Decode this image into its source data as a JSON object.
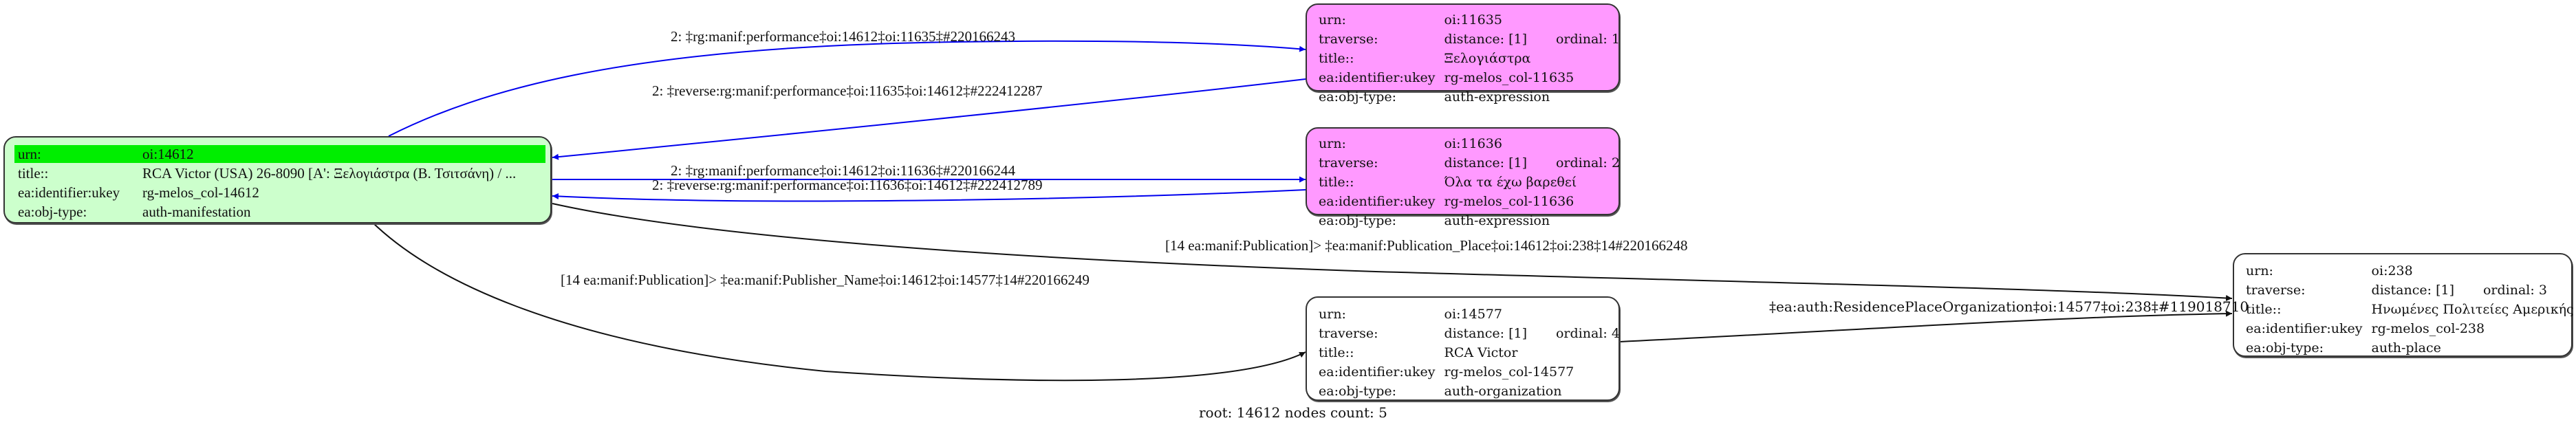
{
  "colors": {
    "root_fill": "#ccffcc",
    "root_highlight": "#00ee00",
    "expression_fill": "#ff99ff",
    "plain_fill": "#ffffff",
    "forward_edge": "#0000ee",
    "reverse_edge": "#0000ee",
    "relation_edge": "#111111"
  },
  "nodes": {
    "n14612": {
      "rows": [
        {
          "key": "urn:",
          "value": "oi:14612"
        },
        {
          "key": "title::",
          "value": "RCA Victor (USA) 26-8090 [A': Ξελογιάστρα (Β. Τσιτσάνη) / ..."
        },
        {
          "key": "ea:identifier:ukey",
          "value": "rg-melos_col-14612"
        },
        {
          "key": "ea:obj-type:",
          "value": "auth-manifestation"
        }
      ]
    },
    "n11635": {
      "rows": [
        {
          "key": "urn:",
          "value": "oi:11635"
        },
        {
          "key": "traverse:",
          "value": "distance: [1]",
          "extra": "ordinal: 1"
        },
        {
          "key": "title::",
          "value": "Ξελογιάστρα"
        },
        {
          "key": "ea:identifier:ukey",
          "value": "rg-melos_col-11635"
        },
        {
          "key": "ea:obj-type:",
          "value": "auth-expression"
        }
      ]
    },
    "n11636": {
      "rows": [
        {
          "key": "urn:",
          "value": "oi:11636"
        },
        {
          "key": "traverse:",
          "value": "distance: [1]",
          "extra": "ordinal: 2"
        },
        {
          "key": "title::",
          "value": "Όλα τα έχω βαρεθεί"
        },
        {
          "key": "ea:identifier:ukey",
          "value": "rg-melos_col-11636"
        },
        {
          "key": "ea:obj-type:",
          "value": "auth-expression"
        }
      ]
    },
    "n14577": {
      "rows": [
        {
          "key": "urn:",
          "value": "oi:14577"
        },
        {
          "key": "traverse:",
          "value": "distance: [1]",
          "extra": "ordinal: 4"
        },
        {
          "key": "title::",
          "value": "RCA Victor"
        },
        {
          "key": "ea:identifier:ukey",
          "value": "rg-melos_col-14577"
        },
        {
          "key": "ea:obj-type:",
          "value": "auth-organization"
        }
      ]
    },
    "n238": {
      "rows": [
        {
          "key": "urn:",
          "value": "oi:238"
        },
        {
          "key": "traverse:",
          "value": "distance: [1]",
          "extra": "ordinal: 3"
        },
        {
          "key": "title::",
          "value": "Ηνωμένες Πολιτείες Αμερικής"
        },
        {
          "key": "ea:identifier:ukey",
          "value": "rg-melos_col-238"
        },
        {
          "key": "ea:obj-type:",
          "value": "auth-place"
        }
      ]
    }
  },
  "edges": {
    "e1": {
      "from": "oi:14612",
      "to": "oi:11635",
      "label": "2: ‡rg:manif:performance‡oi:14612‡oi:11635‡#220166243"
    },
    "e2": {
      "from": "oi:11635",
      "to": "oi:14612",
      "label": "2: ‡reverse:rg:manif:performance‡oi:11635‡oi:14612‡#222412287"
    },
    "e3": {
      "from": "oi:14612",
      "to": "oi:11636",
      "label": "2: ‡rg:manif:performance‡oi:14612‡oi:11636‡#220166244"
    },
    "e4": {
      "from": "oi:11636",
      "to": "oi:14612",
      "label": "2: ‡reverse:rg:manif:performance‡oi:11636‡oi:14612‡#222412789"
    },
    "e5": {
      "from": "oi:14612",
      "to": "oi:238",
      "label": "[14 ea:manif:Publication]> ‡ea:manif:Publication_Place‡oi:14612‡oi:238‡14#220166248"
    },
    "e6": {
      "from": "oi:14612",
      "to": "oi:14577",
      "label": "[14 ea:manif:Publication]> ‡ea:manif:Publisher_Name‡oi:14612‡oi:14577‡14#220166249"
    },
    "e7": {
      "from": "oi:14577",
      "to": "oi:238",
      "label": "‡ea:auth:ResidencePlaceOrganization‡oi:14577‡oi:238‡#119018710"
    }
  },
  "footer": "root: 14612 nodes count: 5"
}
